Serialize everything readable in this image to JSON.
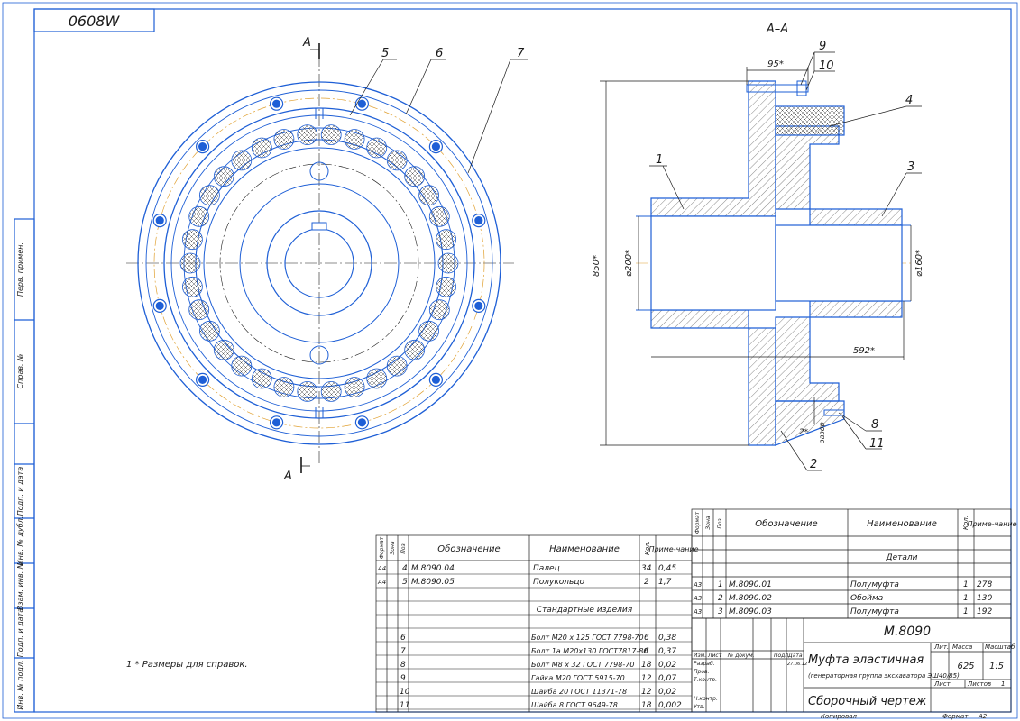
{
  "sheet": {
    "code": "0608W",
    "section_label": "A–A",
    "cut_label_top": "A",
    "cut_label_bottom": "A",
    "note": "1  * Размеры для справок.",
    "colors": {
      "outline": "#1e5fd6",
      "ink": "#1a1a1a",
      "axis": "#e0a030",
      "hatch": "#555555"
    }
  },
  "callouts_front": [
    "5",
    "6",
    "7"
  ],
  "callouts_section": [
    "9",
    "10",
    "4",
    "1",
    "3",
    "2",
    "8",
    "11"
  ],
  "dimensions": {
    "height": "850*",
    "bore_left": "⌀200*",
    "bore_right": "⌀160*",
    "top_width": "95*",
    "length": "592*",
    "gap_small": "2*",
    "gap_label": "зазор"
  },
  "side_stamps": [
    "Перв. примен.",
    "Справ. №",
    "Подп. и дата",
    "Инв. № дубл.",
    "Взам. инв. №",
    "Подп. и дата",
    "Инв. № подл."
  ],
  "spec_headers": {
    "format": "Формат",
    "zone": "Зона",
    "pos": "Поз.",
    "designation": "Обозначение",
    "name": "Наименование",
    "qty": "Кол.",
    "note": "Приме-чание"
  },
  "spec_left": {
    "rows": [
      {
        "fmt": "А4",
        "pos": "4",
        "des": "М.8090.04",
        "name": "Палец",
        "qty": "34",
        "note": "0,45"
      },
      {
        "fmt": "А4",
        "pos": "5",
        "des": "М.8090.05",
        "name": "Полукольцо",
        "qty": "2",
        "note": "1,7"
      }
    ],
    "section_std": "Стандартные изделия",
    "std_rows": [
      {
        "pos": "6",
        "name": "Болт М20 х 125 ГОСТ 7798-70",
        "qty": "6",
        "note": "0,38"
      },
      {
        "pos": "7",
        "name": "Болт 1а М20х130 ГОСТ7817-80",
        "qty": "6",
        "note": "0,37"
      },
      {
        "pos": "8",
        "name": "Болт М8 х 32 ГОСТ 7798-70",
        "qty": "18",
        "note": "0,02"
      },
      {
        "pos": "9",
        "name": "Гайка М20 ГОСТ 5915-70",
        "qty": "12",
        "note": "0,07"
      },
      {
        "pos": "10",
        "name": "Шайба 20 ГОСТ 11371-78",
        "qty": "12",
        "note": "0,02"
      },
      {
        "pos": "11",
        "name": "Шайба 8 ГОСТ 9649-78",
        "qty": "18",
        "note": "0,002"
      }
    ]
  },
  "spec_right": {
    "section_parts": "Детали",
    "rows": [
      {
        "fmt": "А3",
        "pos": "1",
        "des": "М.8090.01",
        "name": "Полумуфта",
        "qty": "1",
        "note": "278"
      },
      {
        "fmt": "А3",
        "pos": "2",
        "des": "М.8090.02",
        "name": "Обойма",
        "qty": "1",
        "note": "130"
      },
      {
        "fmt": "А3",
        "pos": "3",
        "des": "М.8090.03",
        "name": "Полумуфта",
        "qty": "1",
        "note": "192"
      }
    ]
  },
  "title_block": {
    "doc_number": "М.8090",
    "title": "Муфта эластичная",
    "subtitle": "(генераторная группа экскаватора ЭШ40/85)",
    "doc_type": "Сборочный чертеж",
    "roles": [
      "Разраб.",
      "Пров.",
      "Т.контр.",
      "",
      "Н.контр.",
      "Утв."
    ],
    "col_labels": {
      "change": "Изм.",
      "sheet": "Лист",
      "doc_no": "№ докум.",
      "sign": "Подп.",
      "date": "Дата"
    },
    "date_value": "27.06.12",
    "lit_label": "Лит.",
    "mass_label": "Масса",
    "scale_label": "Масштаб",
    "mass": "625",
    "scale": "1:5",
    "sheet_label": "Лист",
    "sheets_label": "Листов",
    "sheets_count": "1",
    "copied": "Копировал",
    "format_label": "Формат",
    "format_value": "А2"
  }
}
